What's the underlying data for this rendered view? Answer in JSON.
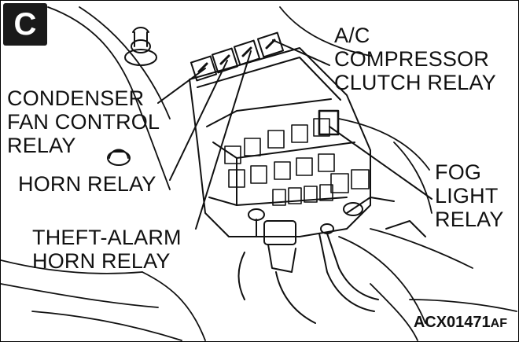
{
  "view_badge": "C",
  "labels": {
    "ac_compressor": [
      "A/C",
      "COMPRESSOR",
      "CLUTCH RELAY"
    ],
    "condenser_fan": [
      "CONDENSER",
      "FAN CONTROL",
      "RELAY"
    ],
    "horn_relay": [
      "HORN RELAY"
    ],
    "theft_alarm": [
      "THEFT-ALARM",
      "HORN RELAY"
    ],
    "fog_light": [
      "FOG",
      "LIGHT",
      "RELAY"
    ]
  },
  "figure_code": {
    "main": "ACX01471",
    "suffix": "AF"
  },
  "colors": {
    "ink": "#111111",
    "badge_bg": "#1a1a1a",
    "paper": "#ffffff"
  }
}
